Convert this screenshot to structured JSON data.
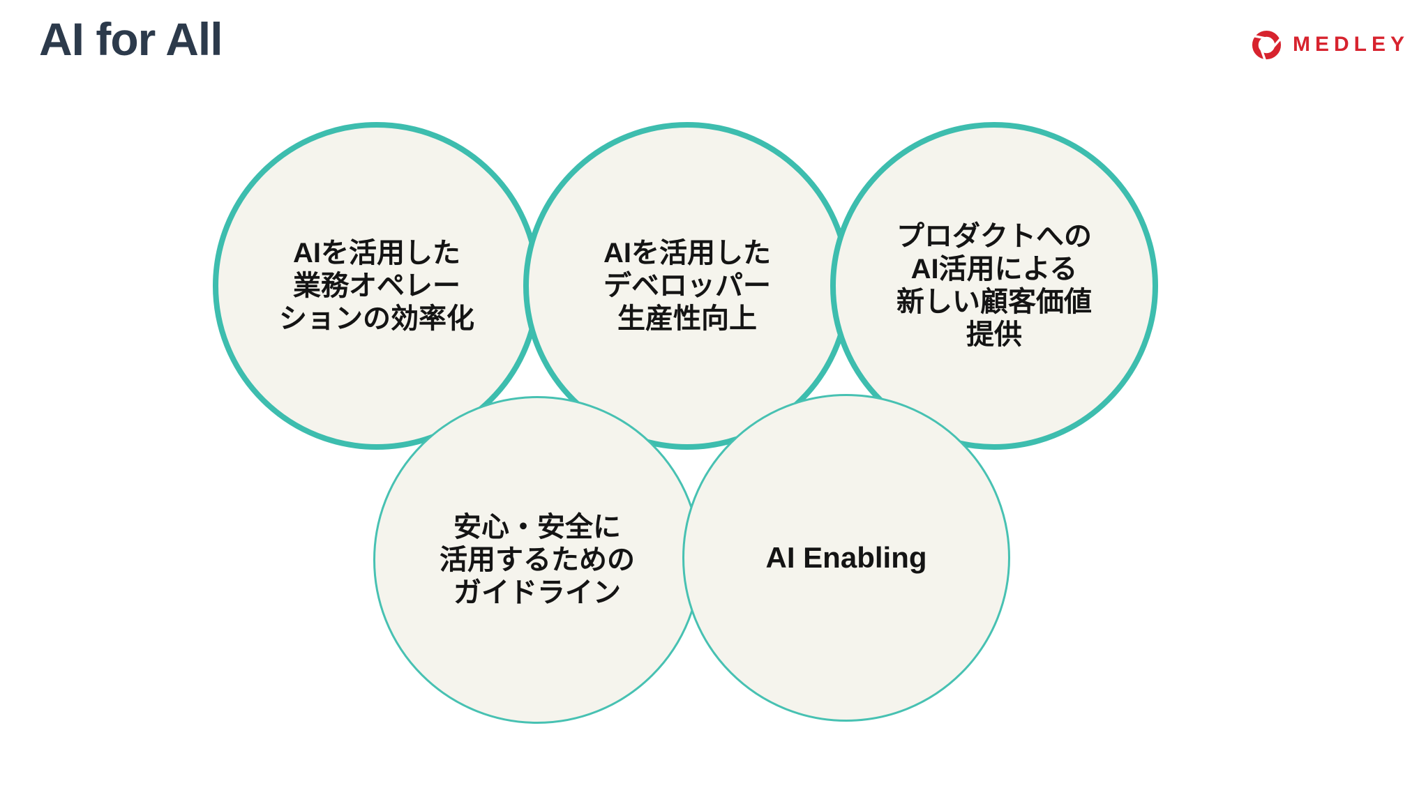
{
  "header": {
    "title": "AI for All"
  },
  "logo": {
    "text": "MEDLEY"
  },
  "colors": {
    "title_color": "#2C3A4B",
    "logo_red": "#D7232E",
    "teal_border": "#3DBDAE",
    "teal_border_light": "#47C1B2",
    "circle_fill": "#F5F4ED",
    "ink": "#141414"
  },
  "circles": [
    {
      "name": "ai-business-operations",
      "lines": [
        "AIを活用した",
        "業務オペレー",
        "ションの効率化"
      ]
    },
    {
      "name": "ai-developer-productivity",
      "lines": [
        "AIを活用した",
        "デベロッパー",
        "生産性向上"
      ]
    },
    {
      "name": "ai-product-customer-value",
      "lines": [
        "プロダクトへの",
        "AI活用による",
        "新しい顧客価値",
        "提供"
      ]
    },
    {
      "name": "ai-safety-guidelines",
      "lines": [
        "安心・安全に",
        "活用するための",
        "ガイドライン"
      ]
    },
    {
      "name": "ai-enabling",
      "lines": [
        "AI Enabling"
      ]
    }
  ]
}
